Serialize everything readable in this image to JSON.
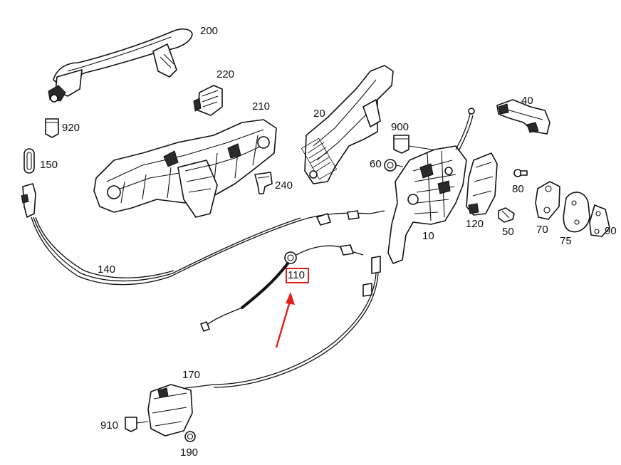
{
  "labels": {
    "p200": "200",
    "p220": "220",
    "p920": "920",
    "p210": "210",
    "p20": "20",
    "p40": "40",
    "p900": "900",
    "p150": "150",
    "p240": "240",
    "p60": "60",
    "p80": "80",
    "p120": "120",
    "p50": "50",
    "p70": "70",
    "p90": "90",
    "p75": "75",
    "p10": "10",
    "p140": "140",
    "p110": "110",
    "p170": "170",
    "p910": "910",
    "p190": "190"
  },
  "highlight": {
    "part": "110",
    "color": "#e0201c"
  }
}
